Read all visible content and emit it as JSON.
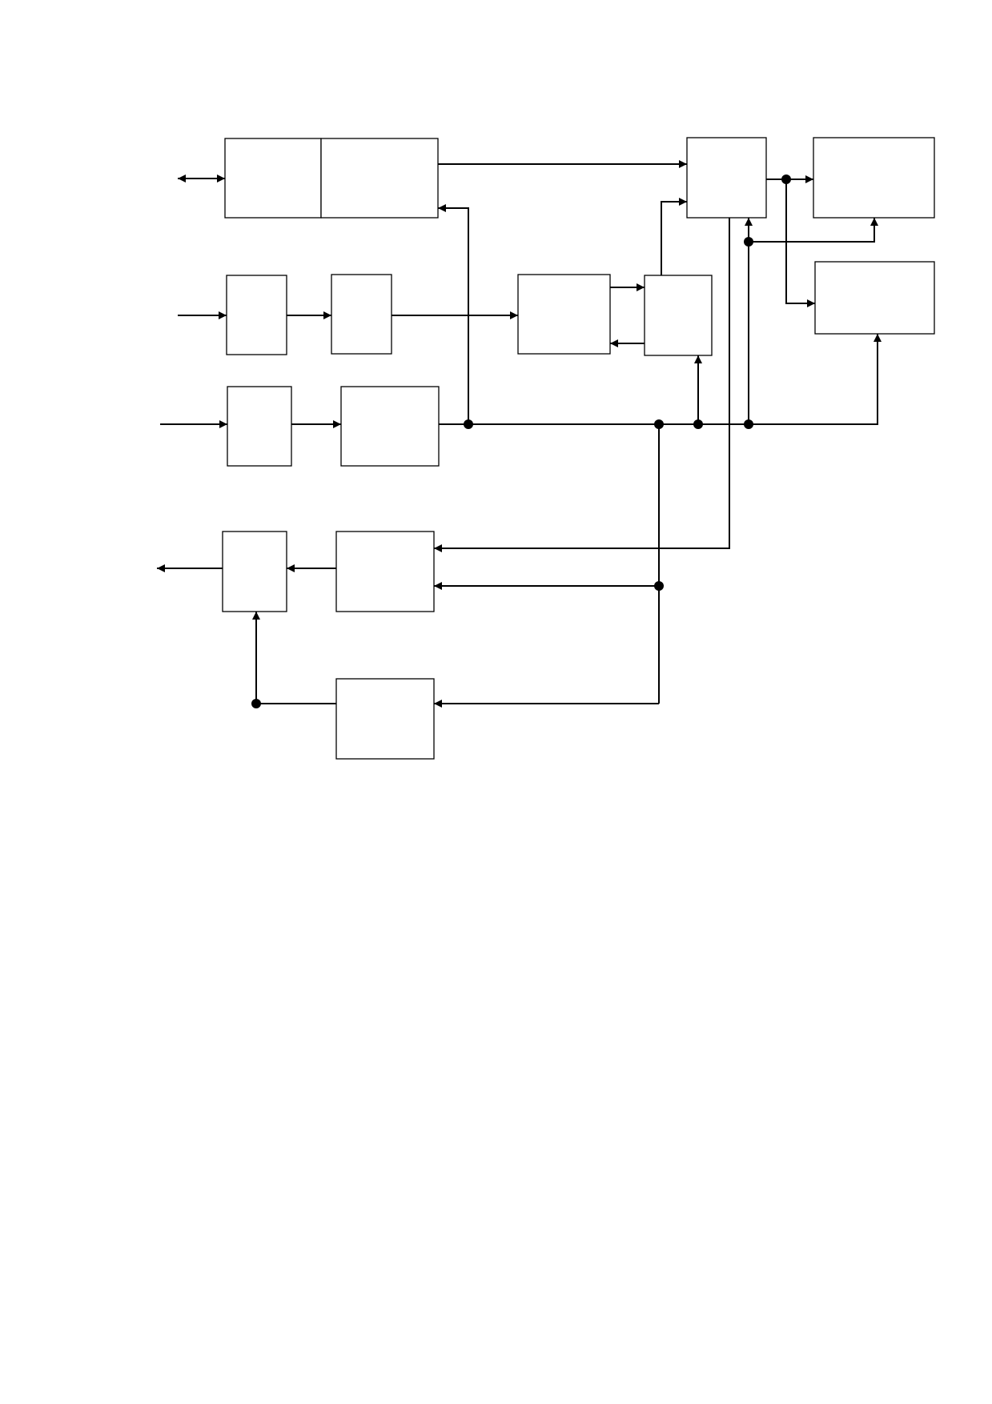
{
  "diagram": {
    "type": "block-diagram",
    "colors": {
      "line": "#000000",
      "background": "#ffffff"
    },
    "blocks": [
      "interface-unit-left",
      "interface-unit-right",
      "input-stage-1a",
      "input-stage-1b",
      "input-stage-2a",
      "input-stage-2b",
      "processor-block",
      "converter-block",
      "central-unit",
      "output-unit-top",
      "output-unit-middle",
      "output-driver",
      "output-stage-left",
      "feedback-block"
    ],
    "text_labels": []
  }
}
